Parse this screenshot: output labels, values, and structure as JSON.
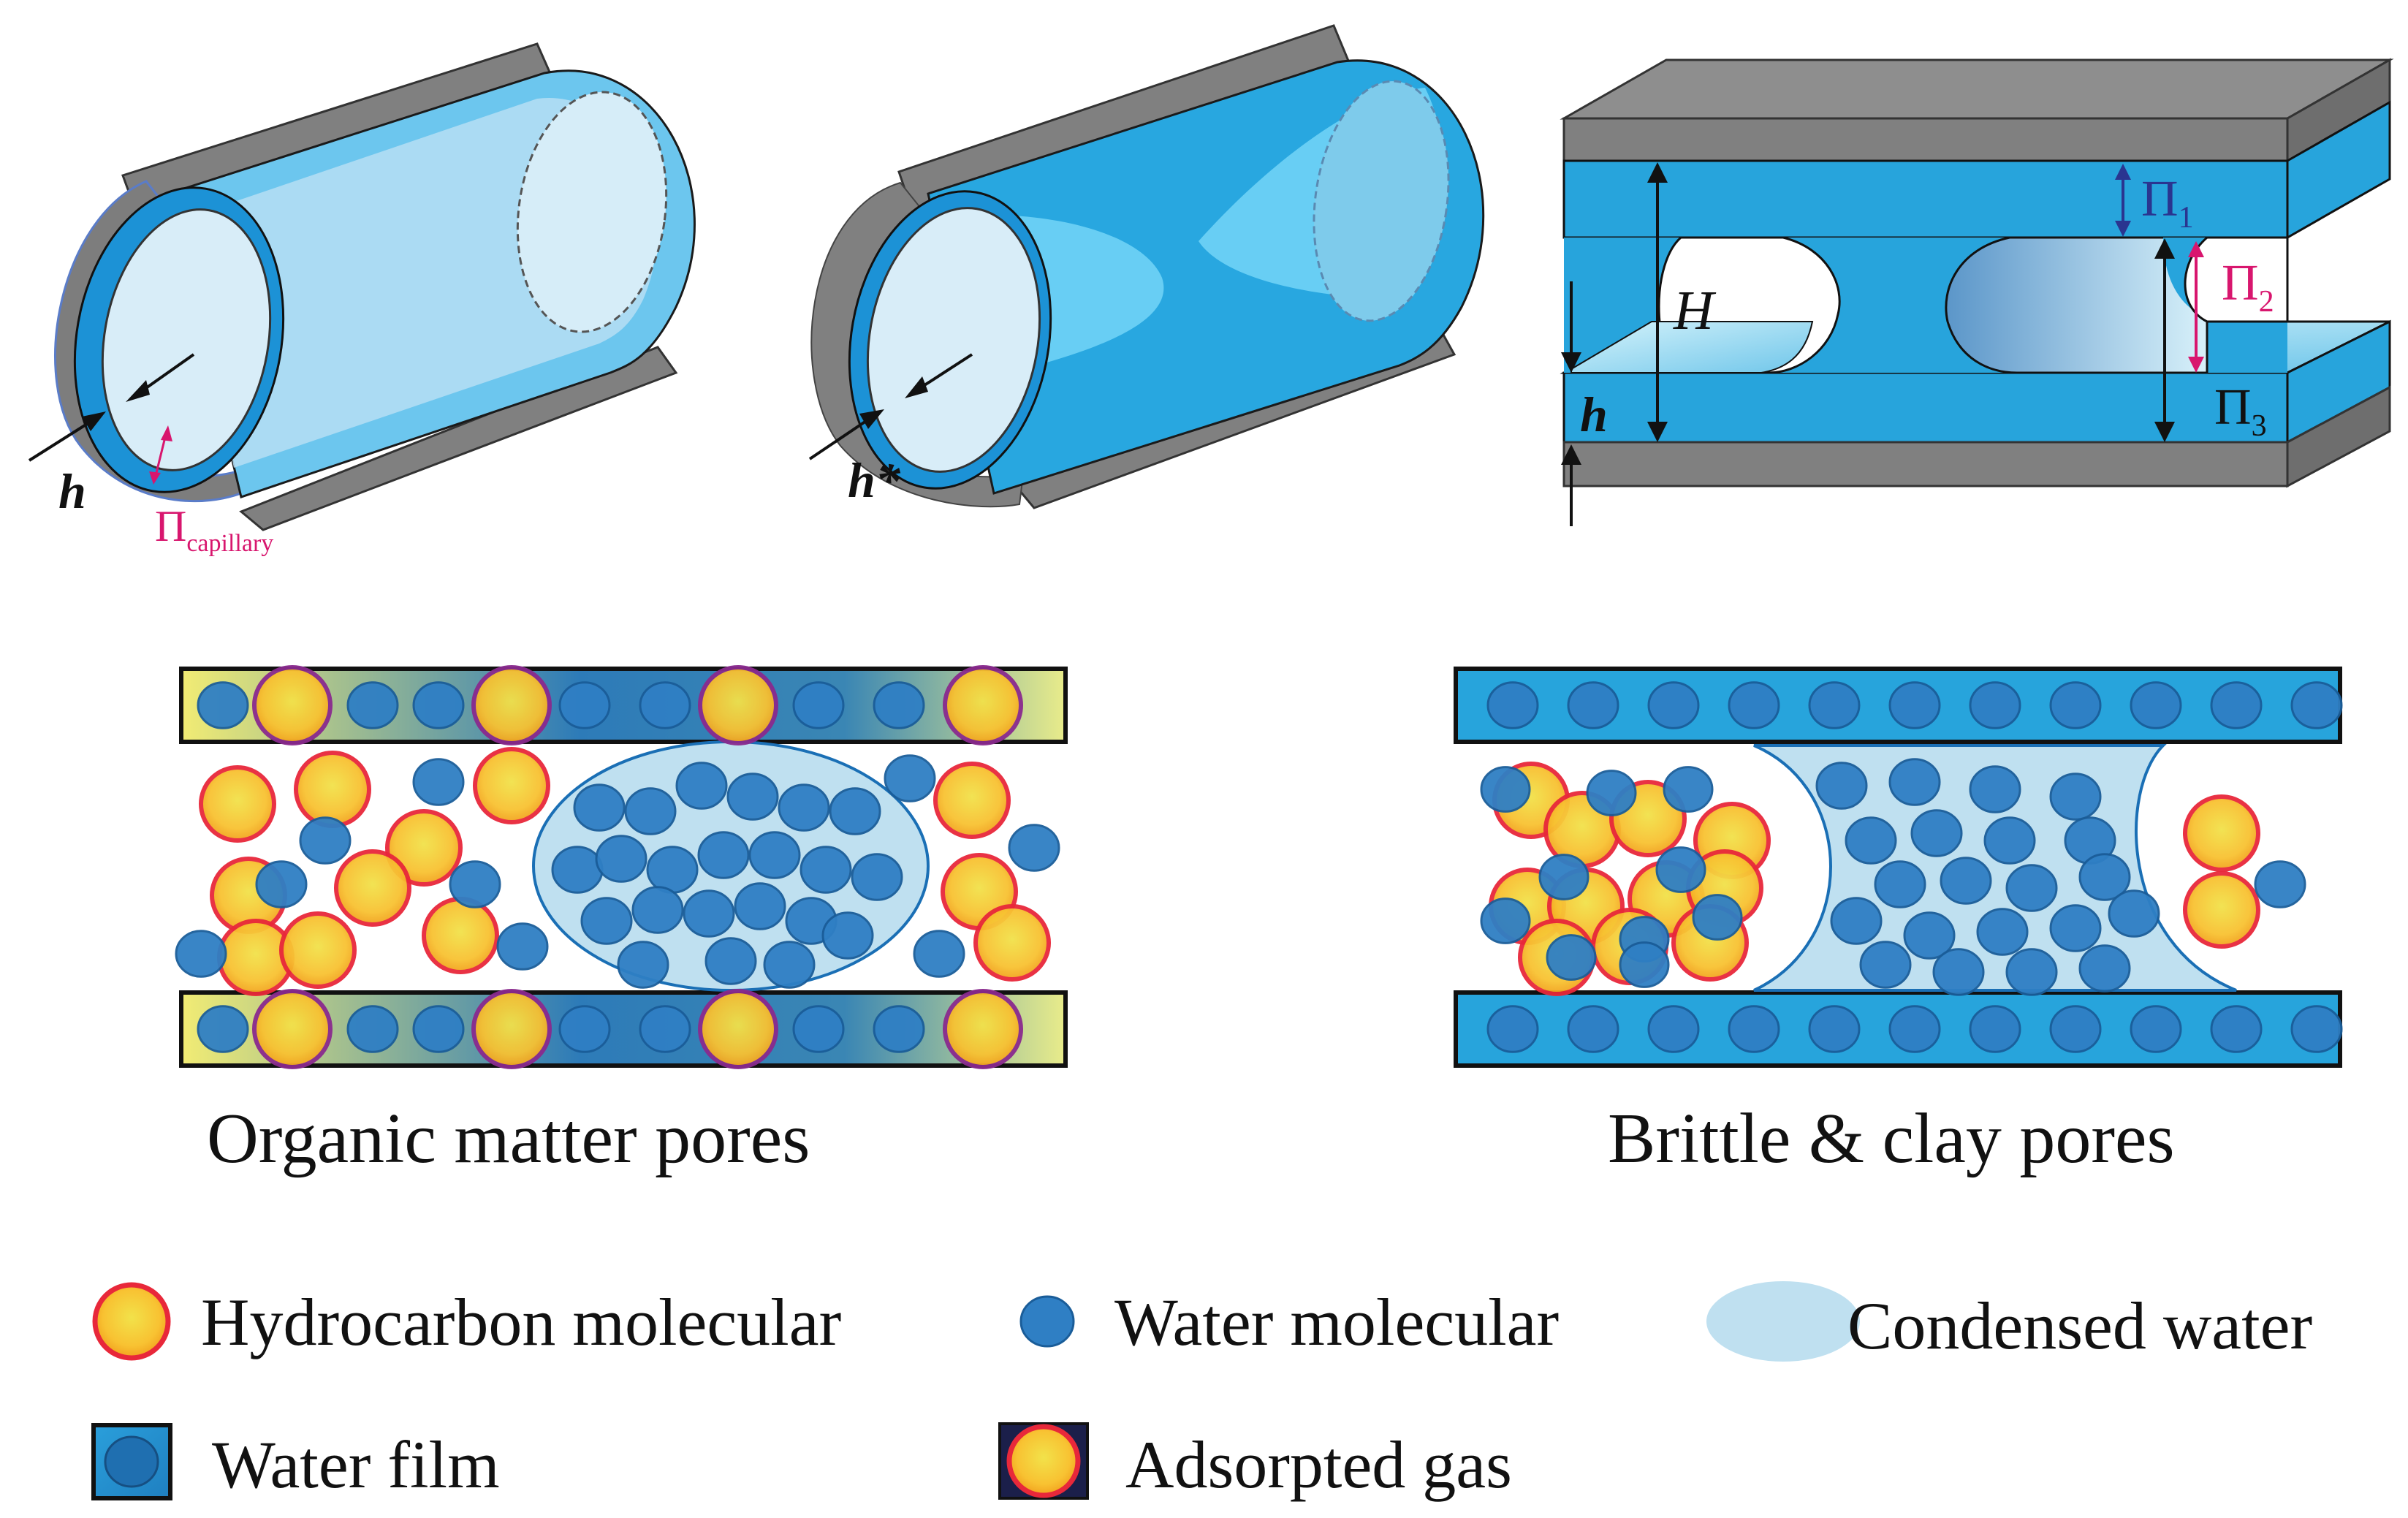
{
  "colors": {
    "water_blue": "#27a4dc",
    "water_dark": "#1a6fb5",
    "water_circle": "#2f7fc4",
    "condensed": "#bfe0f0",
    "hydrocarbon_fill": "#f6bf2e",
    "hydrocarbon_stroke": "#e8283a",
    "adsorbed_stroke": "#8a2a8e",
    "wall_grey": "#7f7f7f",
    "pink": "#d8166e",
    "navy": "#2a3590",
    "black": "#111111"
  },
  "top_panels": {
    "cylinder_capillary": {
      "h_label": "h",
      "pi_label": "Π",
      "pi_sub": "capillary"
    },
    "cylinder_film": {
      "h_label": "h*"
    },
    "slit": {
      "H_label": "H",
      "h_label": "h",
      "pi1": "Π",
      "pi1_sub": "1",
      "pi2": "Π",
      "pi2_sub": "2",
      "pi3": "Π",
      "pi3_sub": "3"
    }
  },
  "middle_panels": {
    "organic": {
      "caption": "Organic matter pores"
    },
    "brittle": {
      "caption": "Brittle & clay pores"
    }
  },
  "legend": {
    "hydrocarbon": "Hydrocarbon molecular",
    "water": "Water molecular",
    "condensed": "Condensed water",
    "film": "Water film",
    "adsorbed": "Adsorpted gas"
  }
}
